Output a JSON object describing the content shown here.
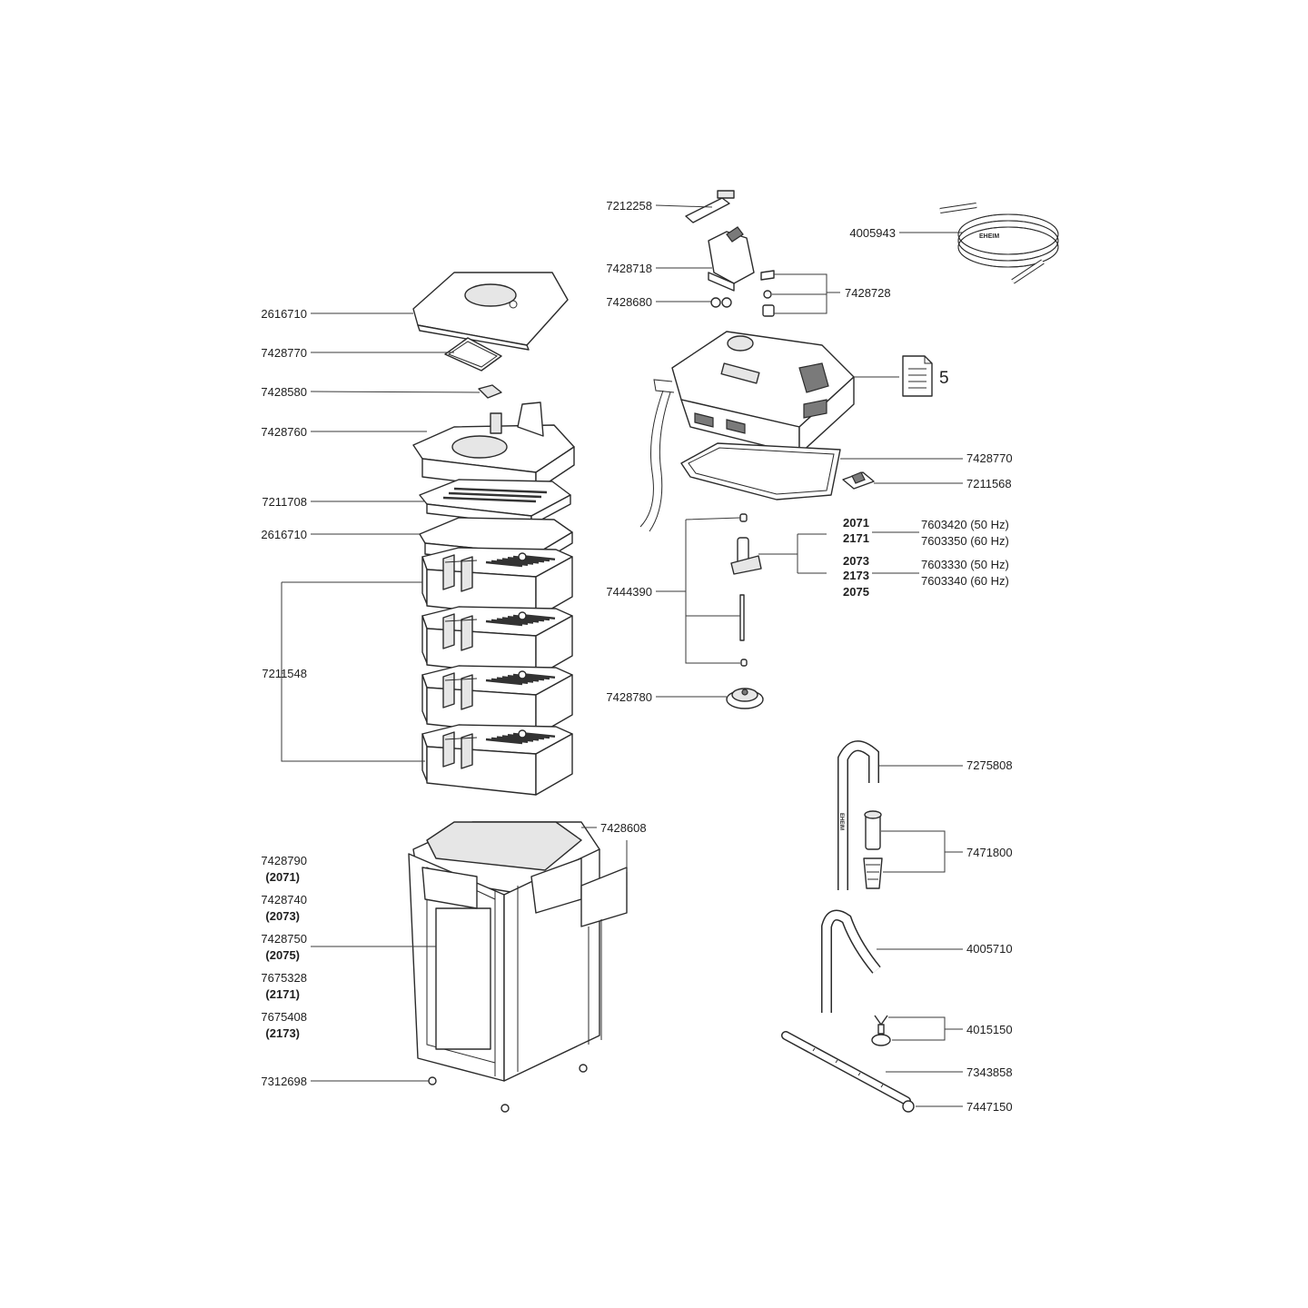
{
  "diagram": {
    "doc_ref": "5",
    "labels": {
      "l_7212258": "7212258",
      "l_4005943": "4005943",
      "l_7428718": "7428718",
      "l_7428728": "7428728",
      "l_7428680": "7428680",
      "l_2616710_top": "2616710",
      "l_7428770_left": "7428770",
      "l_7428580": "7428580",
      "l_7428760": "7428760",
      "l_7211708": "7211708",
      "l_2616710_mid": "2616710",
      "l_7211548": "7211548",
      "l_7428608": "7428608",
      "l_7428790": "7428790",
      "l_m2071": "(2071)",
      "l_7428740": "7428740",
      "l_m2073": "(2073)",
      "l_7428750": "7428750",
      "l_m2075": "(2075)",
      "l_7675328": "7675328",
      "l_m2171": "(2171)",
      "l_7675408": "7675408",
      "l_m2173": "(2173)",
      "l_7312698": "7312698",
      "l_7428770_right": "7428770",
      "l_7211568": "7211568",
      "l_2071": "2071",
      "l_2171": "2171",
      "l_2073": "2073",
      "l_2173": "2173",
      "l_2075": "2075",
      "l_7603420": "7603420 (50 Hz)",
      "l_7603350": "7603350 (60 Hz)",
      "l_7603330": "7603330 (50 Hz)",
      "l_7603340": "7603340 (60 Hz)",
      "l_7444390": "7444390",
      "l_7428780": "7428780",
      "l_7275808": "7275808",
      "l_7471800": "7471800",
      "l_4005710": "4005710",
      "l_4015150": "4015150",
      "l_7343858": "7343858",
      "l_7447150": "7447150"
    },
    "brand_marks": {
      "hose_print": "EHEIM",
      "pipe_print": "EHEIM"
    }
  }
}
